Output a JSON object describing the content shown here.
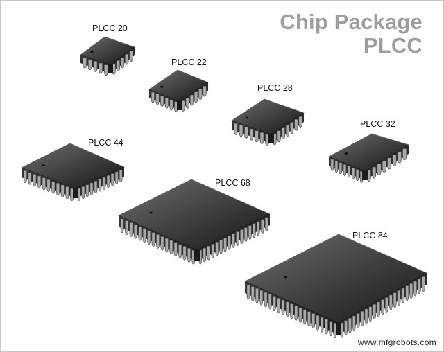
{
  "title": {
    "line1": "Chip Package",
    "line2": "PLCC"
  },
  "watermark": "www.mfgrobots.com",
  "colors": {
    "title": "#9e9e9e",
    "body_light": "#6e6e6e",
    "body_dark": "#151515",
    "lead": "#a9a9a9",
    "lead_edge": "#444444"
  },
  "packages": [
    {
      "id": "plcc20",
      "label": "PLCC 20",
      "pins": 20
    },
    {
      "id": "plcc22",
      "label": "PLCC 22",
      "pins": 22
    },
    {
      "id": "plcc28",
      "label": "PLCC 28",
      "pins": 28
    },
    {
      "id": "plcc32",
      "label": "PLCC 32",
      "pins": 32
    },
    {
      "id": "plcc44",
      "label": "PLCC 44",
      "pins": 44
    },
    {
      "id": "plcc68",
      "label": "PLCC 68",
      "pins": 68
    },
    {
      "id": "plcc84",
      "label": "PLCC 84",
      "pins": 84
    }
  ]
}
